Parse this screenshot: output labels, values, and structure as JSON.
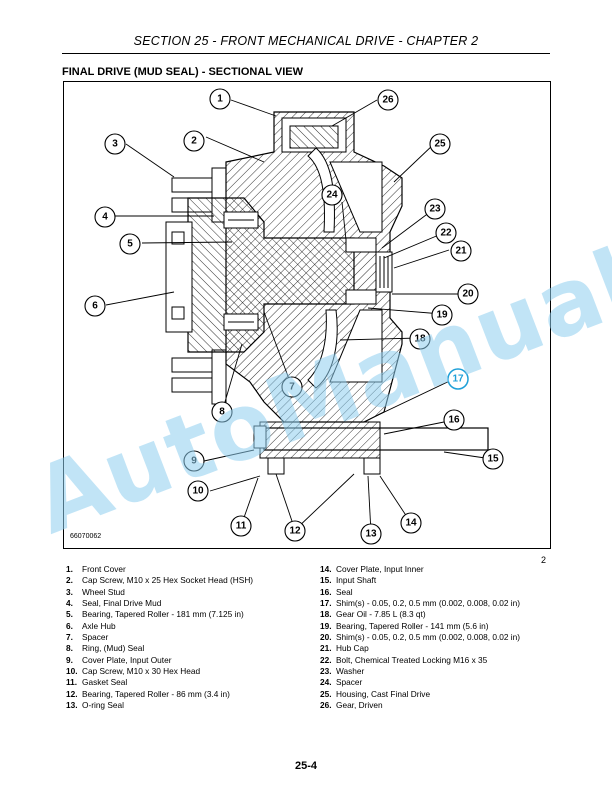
{
  "header": {
    "title": "SECTION 25 - FRONT MECHANICAL DRIVE - CHAPTER 2"
  },
  "subtitle": "FINAL DRIVE (MUD SEAL) - SECTIONAL VIEW",
  "figure": {
    "code": "66070062",
    "number": "2",
    "callouts": [
      "1",
      "2",
      "3",
      "4",
      "5",
      "6",
      "7",
      "8",
      "9",
      "10",
      "11",
      "12",
      "13",
      "14",
      "15",
      "16",
      "17",
      "18",
      "19",
      "20",
      "21",
      "22",
      "23",
      "24",
      "25",
      "26"
    ],
    "highlight_color": "#1fa0d8"
  },
  "watermark": "AutoManual",
  "legend": {
    "left": [
      {
        "n": "1.",
        "t": "Front Cover"
      },
      {
        "n": "2.",
        "t": "Cap Screw, M10 x 25 Hex Socket Head (HSH)"
      },
      {
        "n": "3.",
        "t": "Wheel Stud"
      },
      {
        "n": "4.",
        "t": "Seal, Final Drive Mud"
      },
      {
        "n": "5.",
        "t": "Bearing, Tapered Roller - 181 mm (7.125 in)"
      },
      {
        "n": "6.",
        "t": "Axle Hub"
      },
      {
        "n": "7.",
        "t": "Spacer"
      },
      {
        "n": "8.",
        "t": "Ring, (Mud) Seal"
      },
      {
        "n": "9.",
        "t": "Cover Plate, Input Outer"
      },
      {
        "n": "10.",
        "t": "Cap Screw, M10 x 30 Hex Head"
      },
      {
        "n": "11.",
        "t": "Gasket Seal"
      },
      {
        "n": "12.",
        "t": "Bearing, Tapered Roller - 86 mm (3.4 in)"
      },
      {
        "n": "13.",
        "t": "O-ring Seal"
      }
    ],
    "right": [
      {
        "n": "14.",
        "t": "Cover Plate, Input Inner"
      },
      {
        "n": "15.",
        "t": "Input Shaft"
      },
      {
        "n": "16.",
        "t": "Seal"
      },
      {
        "n": "17.",
        "t": "Shim(s) - 0.05, 0.2, 0.5 mm (0.002, 0.008, 0.02 in)"
      },
      {
        "n": "18.",
        "t": "Gear Oil - 7.85 L (8.3 qt)"
      },
      {
        "n": "19.",
        "t": "Bearing, Tapered Roller - 141 mm (5.6 in)"
      },
      {
        "n": "20.",
        "t": "Shim(s) - 0.05, 0.2, 0.5 mm (0.002, 0.008, 0.02 in)"
      },
      {
        "n": "21.",
        "t": "Hub Cap"
      },
      {
        "n": "22.",
        "t": "Bolt, Chemical Treated Locking M16 x 35"
      },
      {
        "n": "23.",
        "t": "Washer"
      },
      {
        "n": "24.",
        "t": "Spacer"
      },
      {
        "n": "25.",
        "t": "Housing, Cast Final Drive"
      },
      {
        "n": "26.",
        "t": "Gear, Driven"
      }
    ]
  },
  "page_number": "25-4"
}
